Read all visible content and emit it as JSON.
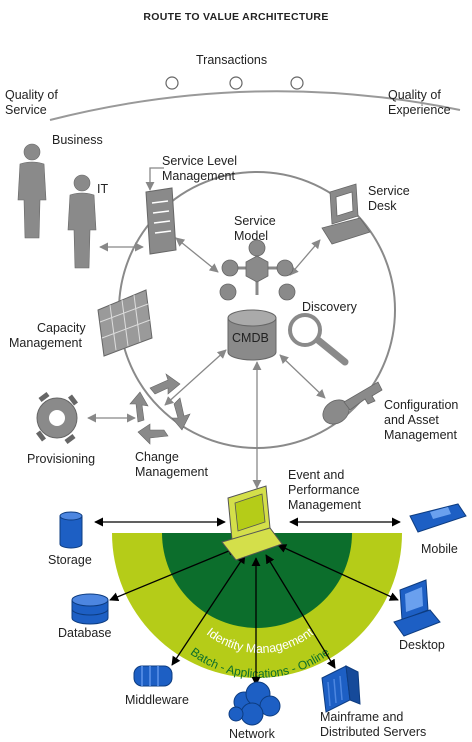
{
  "title": "ROUTE TO VALUE ARCHITECTURE",
  "top": {
    "transactions": "Transactions",
    "quality_of_service": [
      "Quality of",
      "Service"
    ],
    "quality_of_experience": [
      "Quality of",
      "Experience"
    ]
  },
  "people": {
    "business": "Business",
    "it": "IT"
  },
  "circle_nodes": {
    "service_level_management": [
      "Service Level",
      "Management"
    ],
    "service_desk": [
      "Service",
      "Desk"
    ],
    "service_model": [
      "Service",
      "Model"
    ],
    "discovery": "Discovery",
    "cmdb": "CMDB",
    "capacity_management": [
      "Capacity",
      "Management"
    ],
    "configuration": [
      "Configuration",
      "and Asset",
      "Management"
    ],
    "provisioning": "Provisioning",
    "change_management": [
      "Change",
      "Management"
    ]
  },
  "event_perf": [
    "Event and",
    "Performance",
    "Management"
  ],
  "rings": {
    "inner": "Identity Management",
    "outer": "Batch - Applications - Online"
  },
  "infrastructure": {
    "storage": "Storage",
    "database": "Database",
    "middleware": "Middleware",
    "network": "Network",
    "mainframe": [
      "Mainframe and",
      "Distributed Servers"
    ],
    "desktop": "Desktop",
    "mobile": "Mobile"
  },
  "colors": {
    "dark_green": "#0c6e2c",
    "lime": "#b5cc18",
    "blue": "#1d5fc4",
    "gray_icon": "#8a8a8a"
  }
}
